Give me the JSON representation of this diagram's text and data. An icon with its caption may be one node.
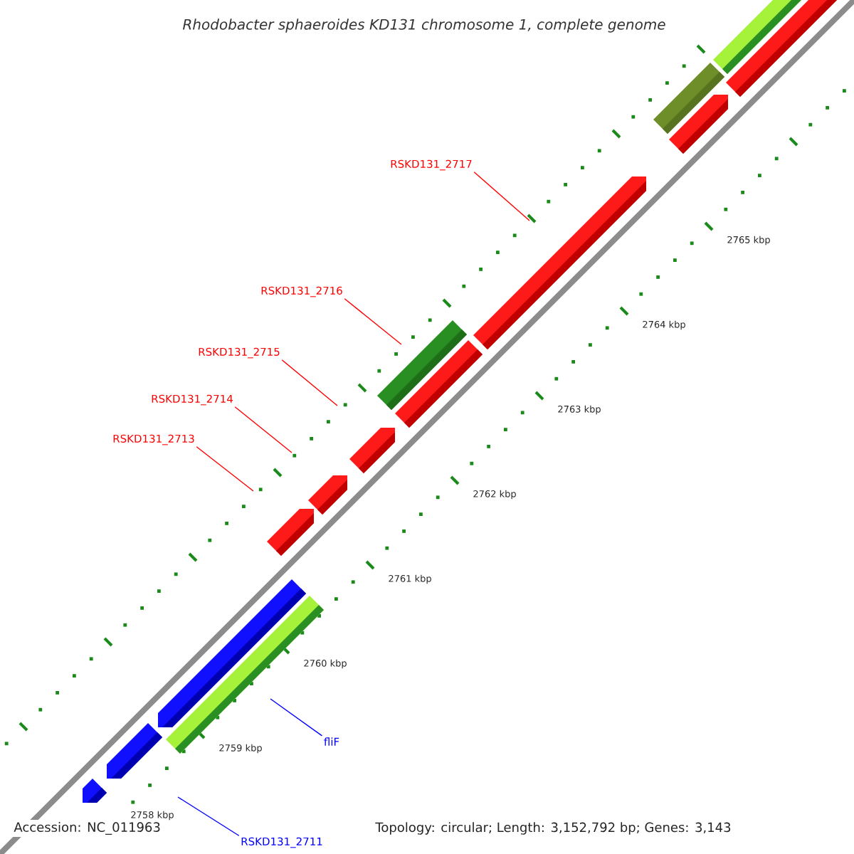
{
  "diagram": {
    "title": "Rhodobacter sphaeroides KD131 chromosome 1, complete genome",
    "nodes": [
      {
        "text": [
          "RSKD131_2717"
        ]
      },
      {
        "text": [
          "RSKD131_2716"
        ]
      },
      {
        "text": [
          "RSKD131_2715"
        ]
      },
      {
        "text": [
          "RSKD131_2714"
        ]
      },
      {
        "text": [
          "RSKD131_2713"
        ]
      },
      {
        "text": [
          "fliF"
        ]
      },
      {
        "text": [
          "RSKD131_2711"
        ]
      }
    ],
    "edges": [
      {
        "from": 0,
        "to": null,
        "arrow": "none",
        "color": "#ff0000"
      },
      {
        "from": 1,
        "to": null,
        "arrow": "none",
        "color": "#ff0000"
      },
      {
        "from": 2,
        "to": null,
        "arrow": "none",
        "color": "#ff0000"
      },
      {
        "from": 3,
        "to": null,
        "arrow": "none",
        "color": "#ff0000"
      },
      {
        "from": 4,
        "to": null,
        "arrow": "none",
        "color": "#ff0000"
      },
      {
        "from": 5,
        "to": null,
        "arrow": "none",
        "color": "#0000ff"
      },
      {
        "from": 6,
        "to": null,
        "arrow": "none",
        "color": "#0000ff"
      }
    ],
    "labels": [
      "2765 kbp",
      "2764 kbp",
      "2763 kbp",
      "2762 kbp",
      "2761 kbp",
      "2760 kbp",
      "2759 kbp",
      "2758 kbp",
      "Accession: NC_011963",
      "Topology: circular; Length: 3,152,792 bp; Genes: 3,143"
    ]
  }
}
